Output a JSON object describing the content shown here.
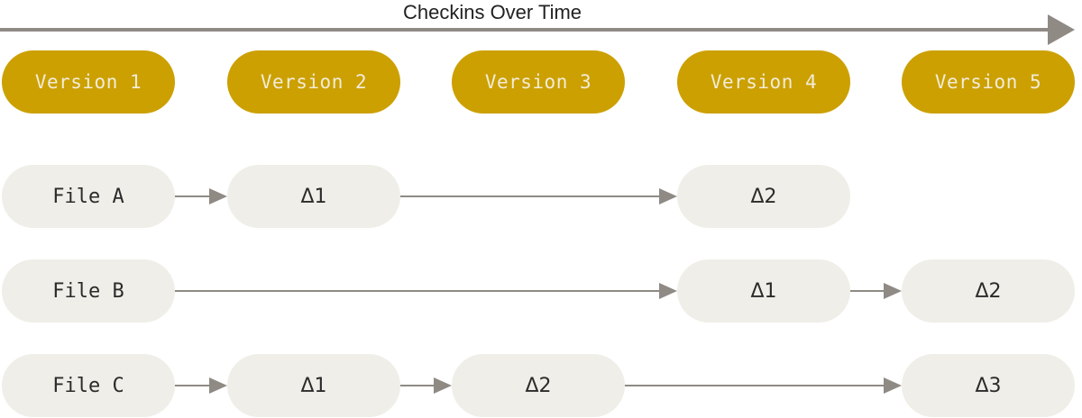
{
  "title": "Checkins Over Time",
  "colors": {
    "version_pill": "#cca000",
    "version_text": "#f2ecd9",
    "file_pill": "#efeee8",
    "file_text": "#2b2b2b",
    "arrow": "#8f8a84"
  },
  "versions": [
    "Version 1",
    "Version 2",
    "Version 3",
    "Version 4",
    "Version 5"
  ],
  "files": [
    {
      "label": "File A",
      "deltas": [
        {
          "version": 2,
          "label": "Δ1"
        },
        {
          "version": 4,
          "label": "Δ2"
        }
      ]
    },
    {
      "label": "File B",
      "deltas": [
        {
          "version": 4,
          "label": "Δ1"
        },
        {
          "version": 5,
          "label": "Δ2"
        }
      ]
    },
    {
      "label": "File C",
      "deltas": [
        {
          "version": 2,
          "label": "Δ1"
        },
        {
          "version": 3,
          "label": "Δ2"
        },
        {
          "version": 5,
          "label": "Δ3"
        }
      ]
    }
  ]
}
